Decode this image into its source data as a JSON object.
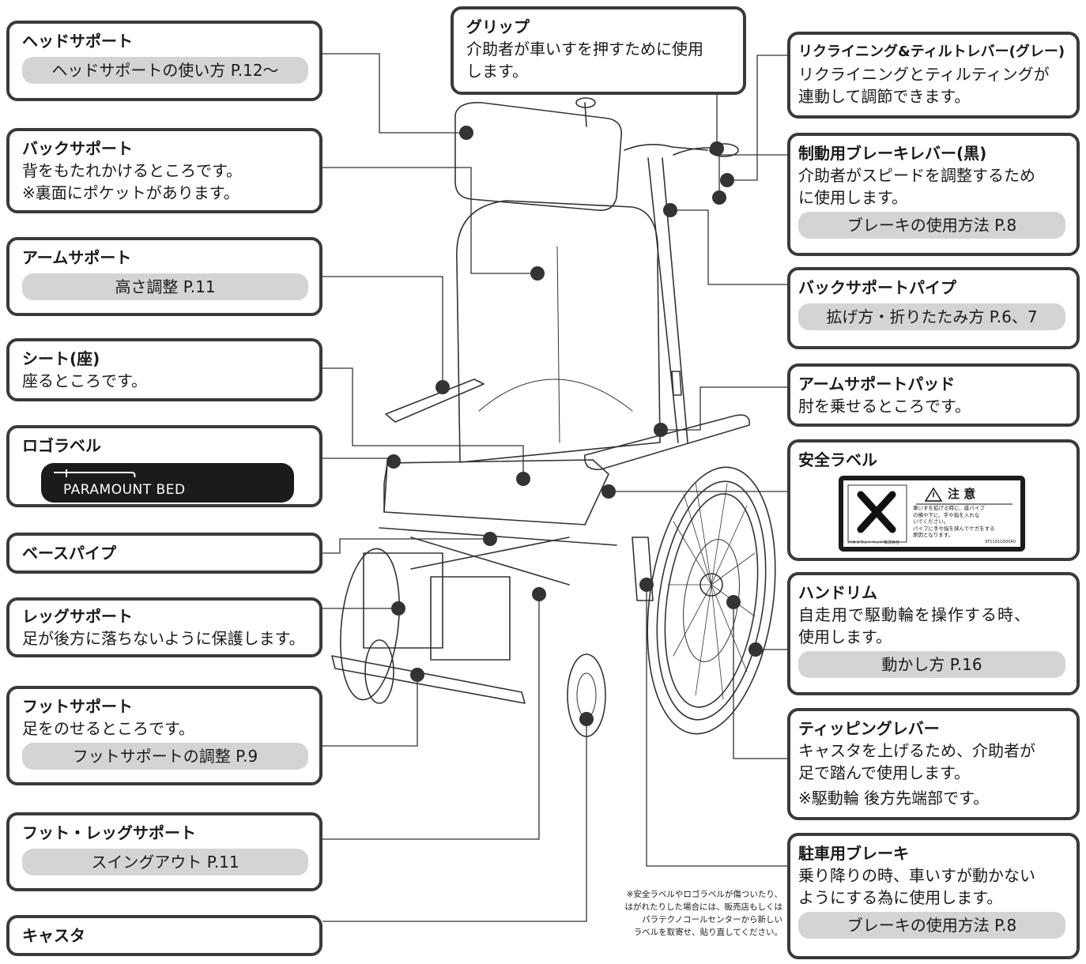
{
  "callouts": {
    "head_support": {
      "title": "ヘッドサポート",
      "link": "ヘッドサポートの使い方 P.12〜"
    },
    "back_support": {
      "title": "バックサポート",
      "desc": "背をもたれかけるところです。",
      "desc2": "※裏面にポケットがあります。"
    },
    "arm_support": {
      "title": "アームサポート",
      "link": "高さ調整 P.11"
    },
    "seat": {
      "title": "シート(座)",
      "desc": "座るところです。"
    },
    "logo_label": {
      "title": "ロゴラベル",
      "brand": "PARAMOUNT BED"
    },
    "base_pipe": {
      "title": "ベースパイプ"
    },
    "leg_support": {
      "title": "レッグサポート",
      "desc": "足が後方に落ちないように保護します。"
    },
    "foot_support": {
      "title": "フットサポート",
      "desc": "足をのせるところです。",
      "link": "フットサポートの調整 P.9"
    },
    "foot_leg_support": {
      "title": "フット・レッグサポート",
      "link": "スイングアウト P.11"
    },
    "caster": {
      "title": "キャスタ"
    },
    "grip": {
      "title": "グリップ",
      "desc": "介助者が車いすを押すために使用",
      "desc2": "します。"
    },
    "recline_lever": {
      "title": "リクライニング&ティルトレバー(グレー)",
      "desc": "リクライニングとティルティングが",
      "desc2": "連動して調節できます。"
    },
    "brake_lever": {
      "title": "制動用ブレーキレバー(黒)",
      "desc": "介助者がスピードを調整するため",
      "desc2": "に使用します。",
      "link": "ブレーキの使用方法 P.8"
    },
    "back_pipe": {
      "title": "バックサポートパイプ",
      "link": "拡げ方・折りたたみ方 P.6、7"
    },
    "arm_pad": {
      "title": "アームサポートパッド",
      "desc": "肘を乗せるところです。"
    },
    "safety_label": {
      "title": "安全ラベル",
      "warn": "注 意",
      "text1": "車いすを拡げる時に、座パイプ",
      "text2": "の横や下に、手や指を入れな",
      "text3": "いでください。",
      "text4": "パイプに手や指を挟んでケガをする",
      "text5": "原因となります。",
      "maker": "パラマウントベッド株式会社",
      "code": "SF1101G500A0"
    },
    "hand_rim": {
      "title": "ハンドリム",
      "desc": "自走用で駆動輪を操作する時、",
      "desc2": "使用します。",
      "link": "動かし方 P.16"
    },
    "tipping_lever": {
      "title": "ティッピングレバー",
      "desc": "キャスタを上げるため、介助者が",
      "desc2": "足で踏んで使用します。",
      "desc3": "※駆動輪 後方先端部です。"
    },
    "parking_brake": {
      "title": "駐車用ブレーキ",
      "desc": "乗り降りの時、車いすが動かない",
      "desc2": "ようにする為に使用します。",
      "link": "ブレーキの使用方法 P.8"
    }
  },
  "footnote": {
    "line1": "※安全ラベルやロゴラベルが傷ついたり、",
    "line2": "はがれたりした場合には、販売店もしくは",
    "line3": "パラテクノコールセンターから新しい",
    "line4": "ラベルを取寄せ、貼り直してください。"
  },
  "colors": {
    "border": "#3a3a3a",
    "pill": "#d4d4d4",
    "ink": "#1a1a1a"
  }
}
